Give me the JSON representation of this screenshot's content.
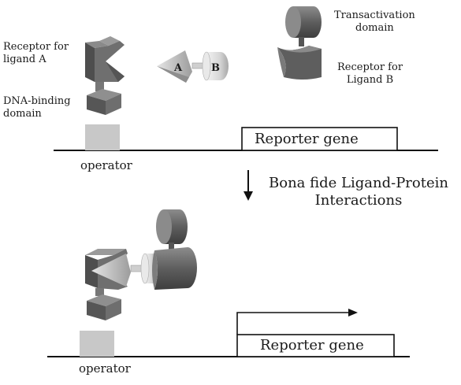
{
  "colors": {
    "line": "#111111",
    "protein_dark": "#6b6b6b",
    "protein_mid": "#8a8a8a",
    "protein_light": "#c9c9c9",
    "operator_fill": "#c8c8c8"
  },
  "labels": {
    "receptor_a": [
      "Receptor for",
      "ligand A"
    ],
    "dna_binding": [
      "DNA-binding",
      "domain"
    ],
    "transactivation": [
      "Transactivation",
      "domain"
    ],
    "receptor_b": [
      "Receptor for",
      "Ligand B"
    ],
    "ligand_a_letter": "A",
    "ligand_b_letter": "B",
    "operator_top": "operator",
    "operator_bottom": "operator",
    "reporter_top": "Reporter gene",
    "reporter_bottom": "Reporter gene",
    "process_arrow": [
      "Bona fide Ligand-Protein",
      "Interactions"
    ]
  }
}
